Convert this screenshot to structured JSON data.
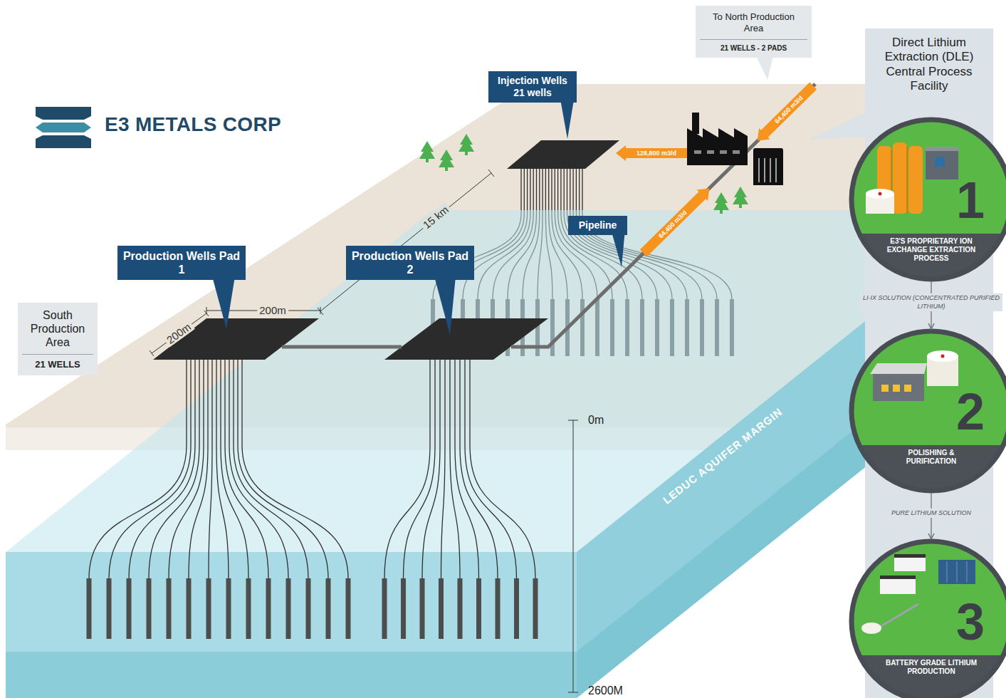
{
  "diagram": {
    "title": "E3 METALS CORP",
    "nodes": [
      {
        "text": [
          "To North Production Area",
          "21 WELLS - 2 PADS"
        ]
      },
      {
        "text": [
          "Direct Lithium Extraction (DLE) Central Process Facility"
        ]
      },
      {
        "text": [
          "1",
          "E3'S PROPRIETARY ION EXCHANGE EXTRACTION PROCESS"
        ],
        "in": 1
      },
      {
        "text": [
          "2",
          "POLISHING & PURIFICATION"
        ],
        "in": 1
      },
      {
        "text": [
          "3",
          "BATTERY GRADE LITHIUM PRODUCTION"
        ],
        "in": 1
      },
      {
        "text": [
          "Injection Wells 21 wells"
        ]
      },
      {
        "text": [
          "Pipeline"
        ]
      },
      {
        "text": [
          "Production Wells Pad 1"
        ]
      },
      {
        "text": [
          "Production Wells Pad 2"
        ]
      },
      {
        "text": [
          "South Production Area",
          "21 WELLS"
        ]
      }
    ],
    "edges": [
      {
        "from": 2,
        "to": 3,
        "arrow": "to",
        "label": "LI-IX SOLUTION (CONCENTRATED PURIFIED LITHIUM)"
      },
      {
        "from": 3,
        "to": 4,
        "arrow": "to",
        "label": "PURE LITHIUM SOLUTION"
      }
    ],
    "labels": [
      "15 km",
      "200m",
      "200m",
      "128,800 m3/d",
      "64,400 m3/d",
      "64,400 m3/d",
      "LEDUC AQUIFER MARGIN",
      "0m",
      "2600M"
    ]
  }
}
